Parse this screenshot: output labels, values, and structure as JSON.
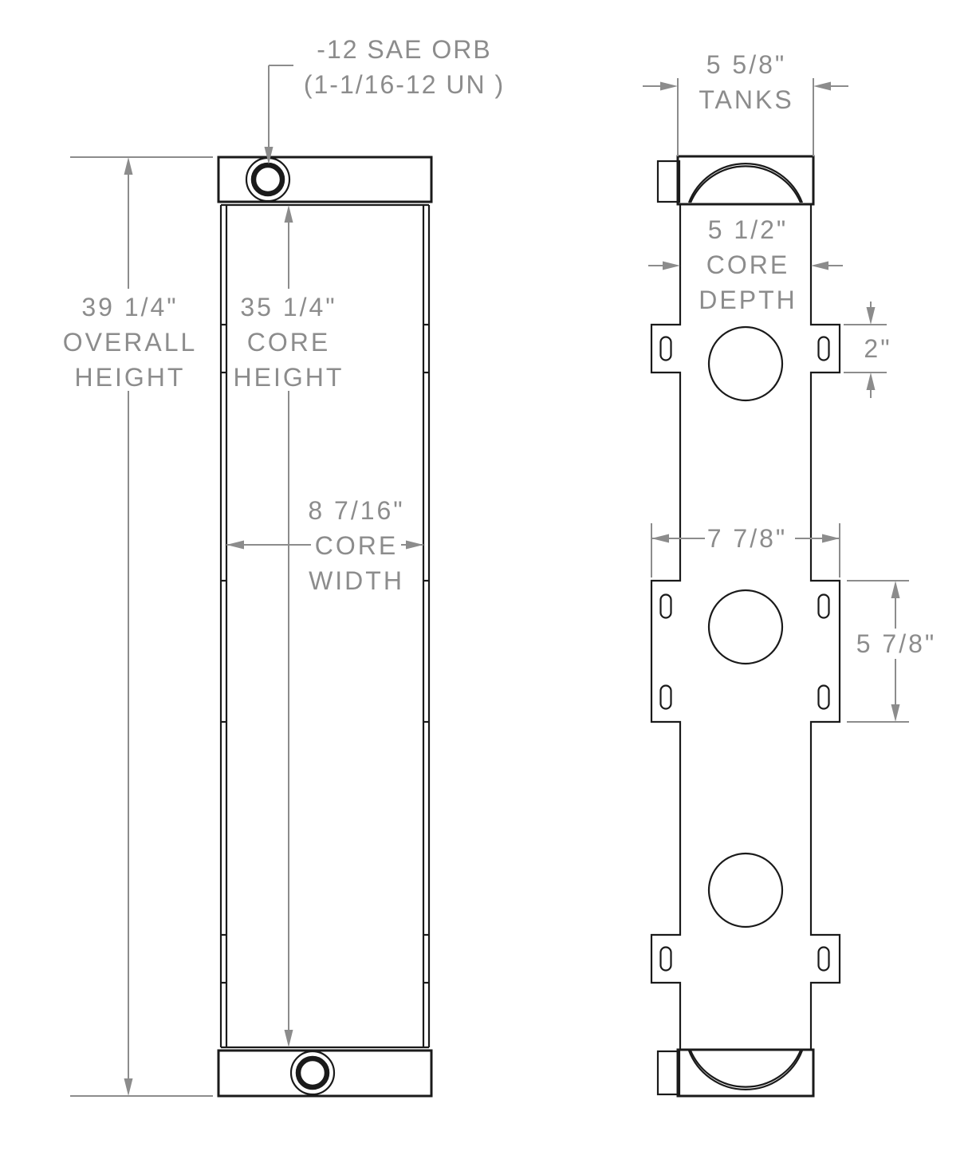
{
  "colors": {
    "background": "#ffffff",
    "part_line": "#1a1a1a",
    "dimension": "#8c8c8c"
  },
  "annotations": {
    "port_callout": [
      "-12 SAE ORB",
      "(1-1/16-12 UN )"
    ],
    "overall_height": [
      "39 1/4\"",
      "OVERALL",
      "HEIGHT"
    ],
    "core_height": [
      "35 1/4\"",
      "CORE",
      "HEIGHT"
    ],
    "core_width": [
      "8 7/16\"",
      "CORE",
      "WIDTH"
    ],
    "tank_width": [
      "5 5/8\"",
      "TANKS"
    ],
    "core_depth": [
      "5 1/2\"",
      "CORE",
      "DEPTH"
    ],
    "bracket_tab_height": [
      "2\""
    ],
    "bracket_overall_width": [
      "7 7/8\""
    ],
    "bracket_slot_span": [
      "5 7/8\""
    ]
  }
}
